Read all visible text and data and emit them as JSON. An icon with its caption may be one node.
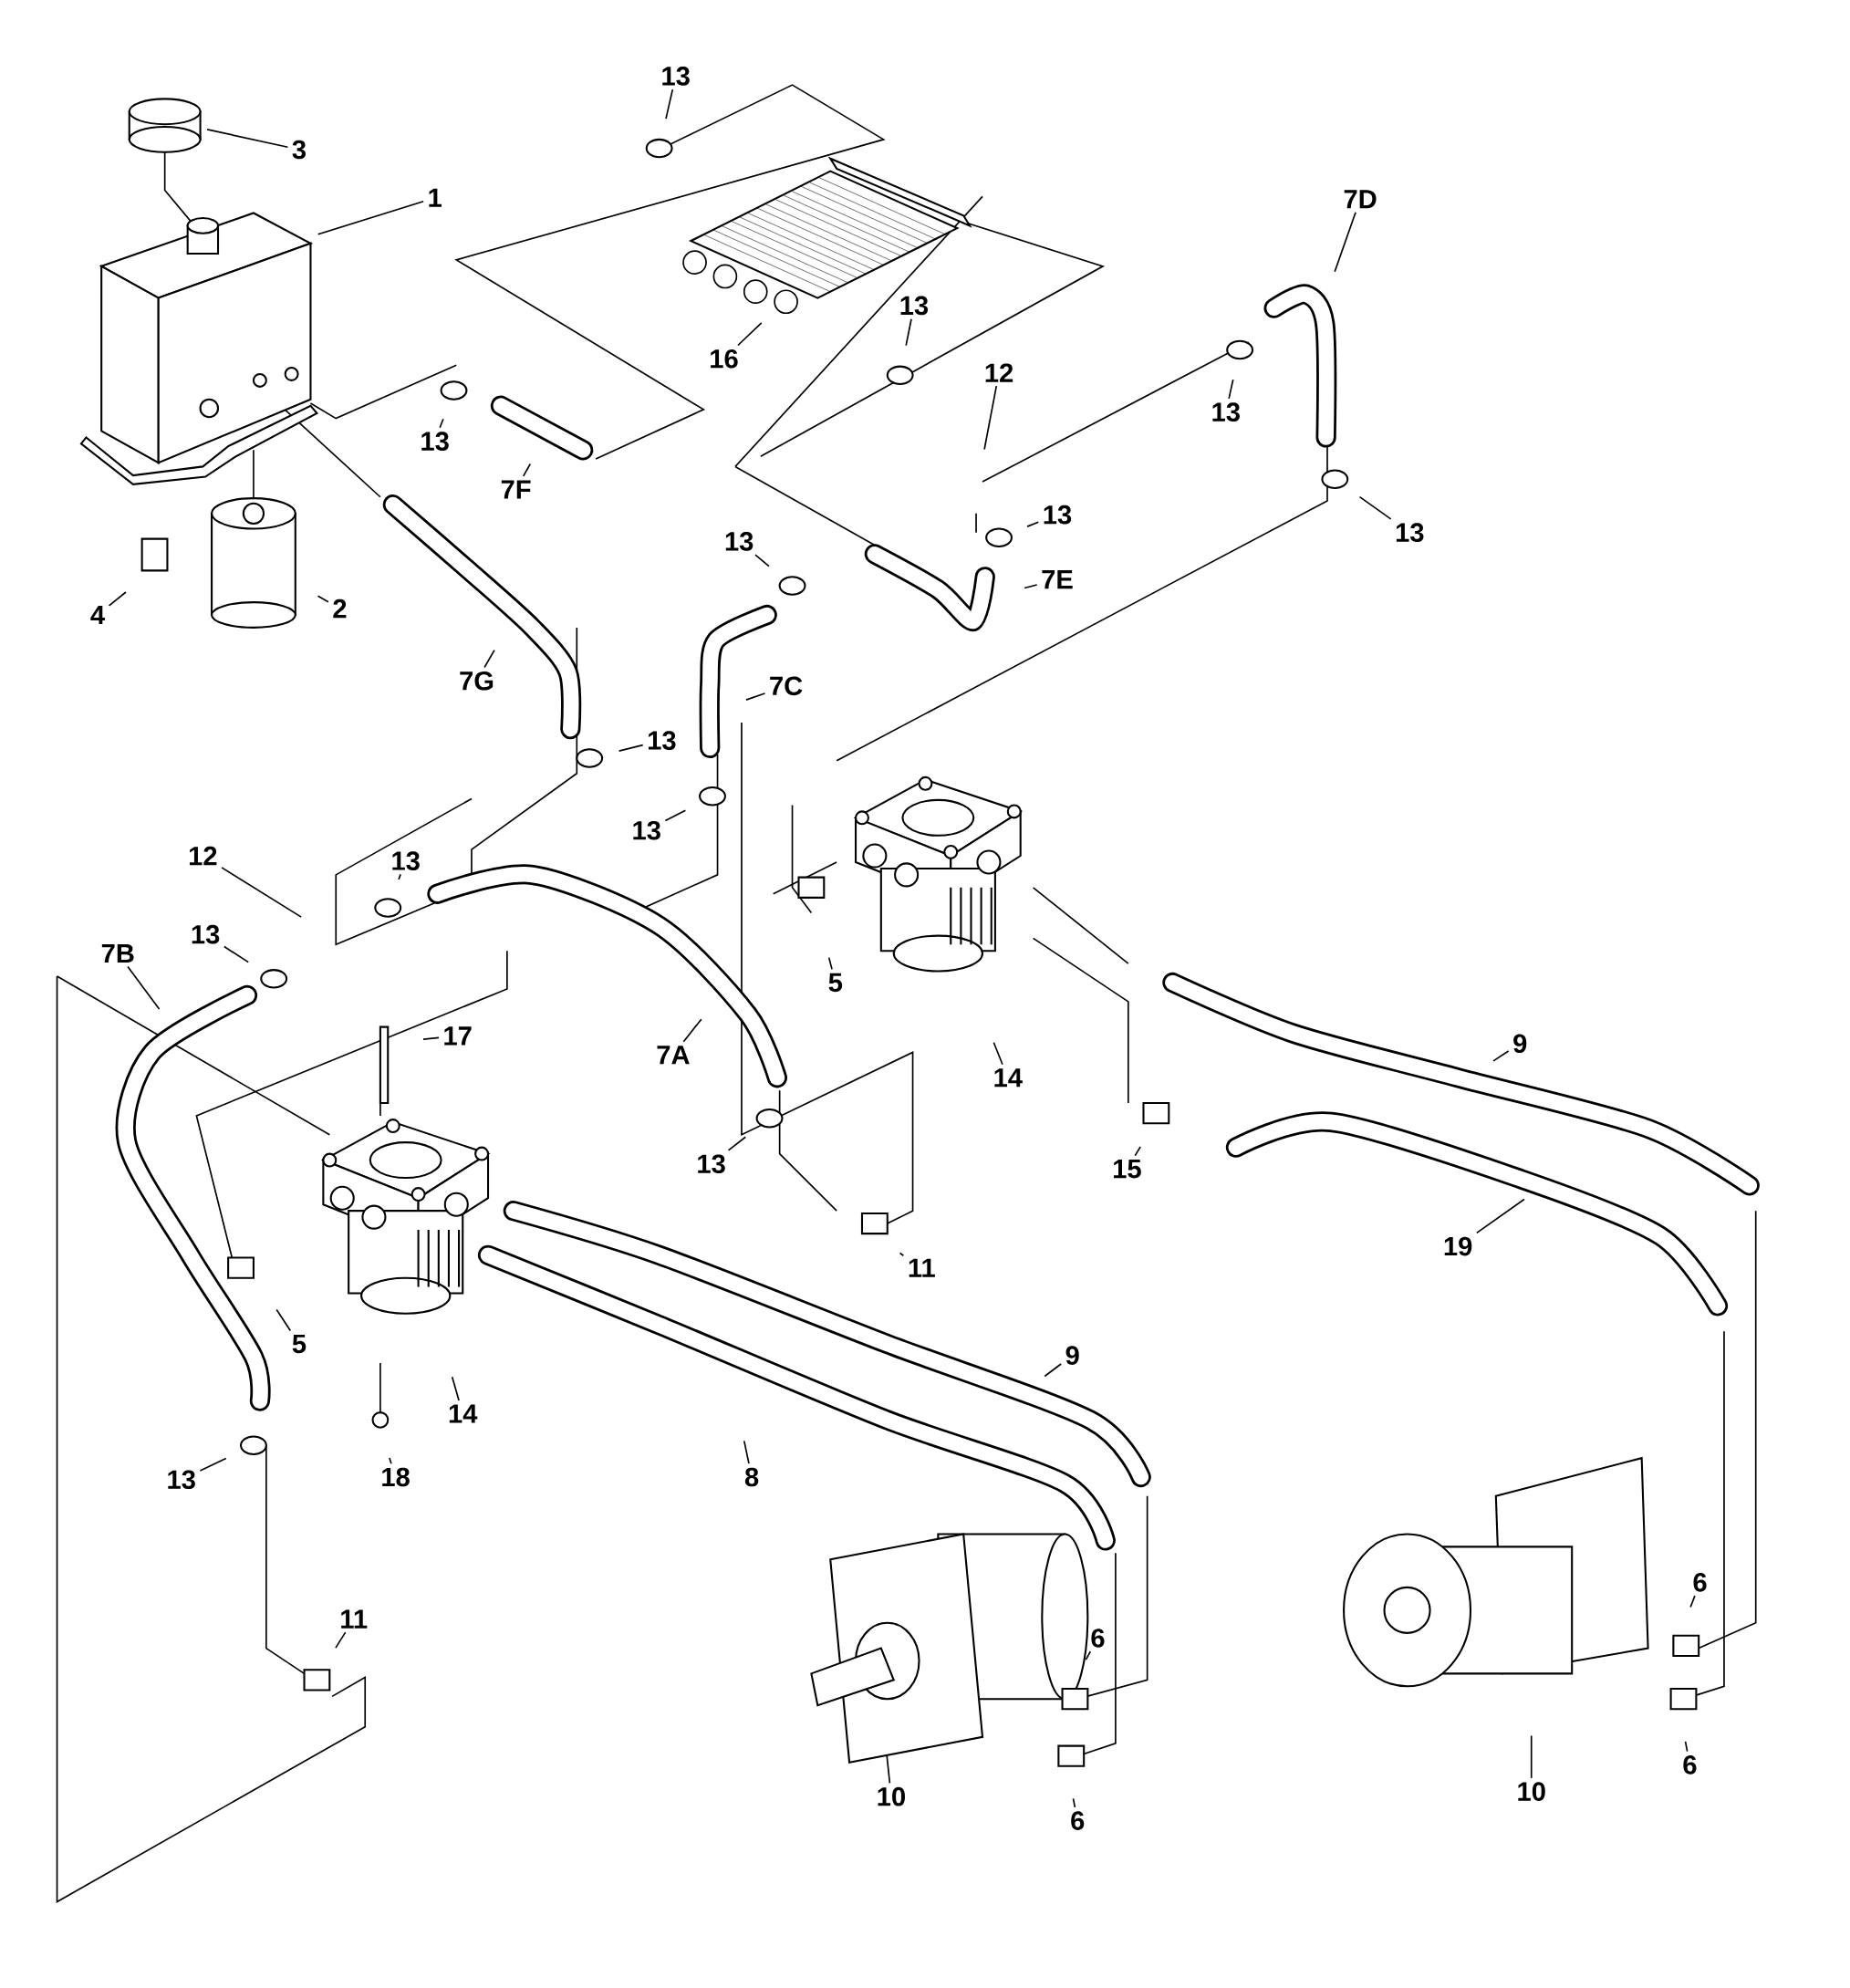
{
  "diagram": {
    "nodes": [
      {
        "text": [
          "3"
        ]
      },
      {
        "text": [
          "1"
        ]
      },
      {
        "text": [
          "13"
        ]
      },
      {
        "text": [
          "16"
        ]
      },
      {
        "text": [
          "13"
        ]
      },
      {
        "text": [
          "7D"
        ]
      },
      {
        "text": [
          "12"
        ]
      },
      {
        "text": [
          "13"
        ]
      },
      {
        "text": [
          "7F"
        ]
      },
      {
        "text": [
          "13"
        ]
      },
      {
        "text": [
          "13"
        ]
      },
      {
        "text": [
          "13"
        ]
      },
      {
        "text": [
          "4"
        ]
      },
      {
        "text": [
          "2"
        ]
      },
      {
        "text": [
          "13"
        ]
      },
      {
        "text": [
          "7E"
        ]
      },
      {
        "text": [
          "7G"
        ]
      },
      {
        "text": [
          "7C"
        ]
      },
      {
        "text": [
          "13"
        ]
      },
      {
        "text": [
          "13"
        ]
      },
      {
        "text": [
          "12"
        ]
      },
      {
        "text": [
          "13"
        ]
      },
      {
        "text": [
          "13"
        ]
      },
      {
        "text": [
          "7B"
        ]
      },
      {
        "text": [
          "17"
        ]
      },
      {
        "text": [
          "5"
        ]
      },
      {
        "text": [
          "14"
        ]
      },
      {
        "text": [
          "7A"
        ]
      },
      {
        "text": [
          "9"
        ]
      },
      {
        "text": [
          "15"
        ]
      },
      {
        "text": [
          "13"
        ]
      },
      {
        "text": [
          "11"
        ]
      },
      {
        "text": [
          "19"
        ]
      },
      {
        "text": [
          "5"
        ]
      },
      {
        "text": [
          "14"
        ]
      },
      {
        "text": [
          "9"
        ]
      },
      {
        "text": [
          "8"
        ]
      },
      {
        "text": [
          "13"
        ]
      },
      {
        "text": [
          "18"
        ]
      },
      {
        "text": [
          "11"
        ]
      },
      {
        "text": [
          "6"
        ]
      },
      {
        "text": [
          "6"
        ]
      },
      {
        "text": [
          "10"
        ]
      },
      {
        "text": [
          "10"
        ]
      },
      {
        "text": [
          "6"
        ]
      },
      {
        "text": [
          "6"
        ]
      }
    ],
    "edges": [
      {
        "from": 0,
        "to": null,
        "arrow": "none"
      },
      {
        "from": 1,
        "to": null,
        "arrow": "none"
      },
      {
        "from": 2,
        "to": null,
        "arrow": "none"
      },
      {
        "from": 3,
        "to": null,
        "arrow": "none"
      },
      {
        "from": 4,
        "to": null,
        "arrow": "none"
      },
      {
        "from": 5,
        "to": null,
        "arrow": "none"
      },
      {
        "from": 6,
        "to": null,
        "arrow": "none"
      },
      {
        "from": 7,
        "to": null,
        "arrow": "none"
      },
      {
        "from": 8,
        "to": null,
        "arrow": "none"
      },
      {
        "from": 9,
        "to": null,
        "arrow": "none"
      },
      {
        "from": 10,
        "to": null,
        "arrow": "none"
      },
      {
        "from": 11,
        "to": null,
        "arrow": "none"
      },
      {
        "from": 12,
        "to": null,
        "arrow": "none"
      },
      {
        "from": 13,
        "to": null,
        "arrow": "none"
      },
      {
        "from": 14,
        "to": null,
        "arrow": "none"
      },
      {
        "from": 15,
        "to": null,
        "arrow": "none"
      },
      {
        "from": 16,
        "to": null,
        "arrow": "none"
      },
      {
        "from": 17,
        "to": null,
        "arrow": "none"
      },
      {
        "from": 18,
        "to": null,
        "arrow": "none"
      },
      {
        "from": 19,
        "to": null,
        "arrow": "none"
      },
      {
        "from": 20,
        "to": null,
        "arrow": "none"
      },
      {
        "from": 21,
        "to": null,
        "arrow": "none"
      },
      {
        "from": 22,
        "to": null,
        "arrow": "none"
      },
      {
        "from": 23,
        "to": null,
        "arrow": "none"
      },
      {
        "from": 24,
        "to": null,
        "arrow": "none"
      },
      {
        "from": 25,
        "to": null,
        "arrow": "none"
      },
      {
        "from": 26,
        "to": null,
        "arrow": "none"
      },
      {
        "from": 27,
        "to": null,
        "arrow": "none"
      },
      {
        "from": 28,
        "to": null,
        "arrow": "none"
      },
      {
        "from": 29,
        "to": null,
        "arrow": "none"
      },
      {
        "from": 30,
        "to": null,
        "arrow": "none"
      },
      {
        "from": 31,
        "to": null,
        "arrow": "none"
      },
      {
        "from": 32,
        "to": null,
        "arrow": "none"
      },
      {
        "from": 33,
        "to": null,
        "arrow": "none"
      },
      {
        "from": 34,
        "to": null,
        "arrow": "none"
      },
      {
        "from": 35,
        "to": null,
        "arrow": "none"
      },
      {
        "from": 36,
        "to": null,
        "arrow": "none"
      },
      {
        "from": 37,
        "to": null,
        "arrow": "none"
      },
      {
        "from": 38,
        "to": null,
        "arrow": "none"
      },
      {
        "from": 39,
        "to": null,
        "arrow": "none"
      },
      {
        "from": 40,
        "to": null,
        "arrow": "none"
      },
      {
        "from": 41,
        "to": null,
        "arrow": "none"
      },
      {
        "from": 42,
        "to": null,
        "arrow": "none"
      },
      {
        "from": 43,
        "to": null,
        "arrow": "none"
      },
      {
        "from": 44,
        "to": null,
        "arrow": "none"
      },
      {
        "from": 45,
        "to": null,
        "arrow": "none"
      }
    ]
  }
}
